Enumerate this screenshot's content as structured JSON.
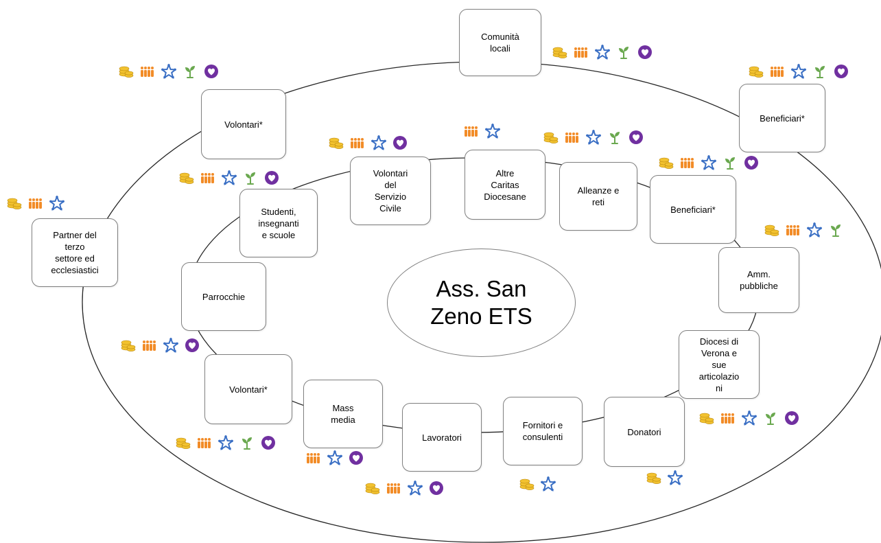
{
  "center": "Ass. San\nZeno ETS",
  "nodes": {
    "comunita": "Comunità\nlocali",
    "volontari_top": "Volontari*",
    "beneficiari_outer": "Beneficiari*",
    "partner": "Partner del\nterzo\nsettore ed\necclesiastici",
    "servizio_civile": "Volontari\ndel\nServizio\nCivile",
    "caritas": "Altre\nCaritas\nDiocesane",
    "alleanze": "Alleanze e\nreti",
    "beneficiari_inner": "Beneficiari*",
    "studenti": "Studenti,\ninsegnanti\ne scuole",
    "amm": "Amm.\npubbliche",
    "parrocchie": "Parrocchie",
    "diocesi": "Diocesi di\nVerona e\nsue\narticolazio\nni",
    "volontari_bottom": "Volontari*",
    "mass_media": "Mass\nmedia",
    "donatori": "Donatori",
    "fornitori": "Fornitori e\nconsulenti",
    "lavoratori": "Lavoratori"
  },
  "icon_colors": {
    "coins-icon": "#f2c230",
    "people-icon": "#f28c28",
    "star-network-icon": "#3a6fc4",
    "sprout-icon": "#6aa84f",
    "heart-icon": "#7030a0"
  },
  "icon_groups": {
    "comunita": [
      "coins-icon",
      "people-icon",
      "star-network-icon",
      "sprout-icon",
      "heart-icon"
    ],
    "volontari_top": [
      "coins-icon",
      "people-icon",
      "star-network-icon",
      "sprout-icon",
      "heart-icon"
    ],
    "beneficiari_outer": [
      "coins-icon",
      "people-icon",
      "star-network-icon",
      "sprout-icon",
      "heart-icon"
    ],
    "caritas": [
      "people-icon",
      "star-network-icon"
    ],
    "alleanze": [
      "coins-icon",
      "people-icon",
      "star-network-icon",
      "sprout-icon",
      "heart-icon"
    ],
    "servizio_civile": [
      "coins-icon",
      "people-icon",
      "star-network-icon",
      "heart-icon"
    ],
    "beneficiari_inner": [
      "coins-icon",
      "people-icon",
      "star-network-icon",
      "sprout-icon",
      "heart-icon"
    ],
    "studenti": [
      "coins-icon",
      "people-icon",
      "star-network-icon",
      "sprout-icon",
      "heart-icon"
    ],
    "partner": [
      "coins-icon",
      "people-icon",
      "star-network-icon"
    ],
    "amm": [
      "coins-icon",
      "people-icon",
      "star-network-icon",
      "sprout-icon"
    ],
    "parrocchie": [
      "coins-icon",
      "people-icon",
      "star-network-icon",
      "heart-icon"
    ],
    "diocesi": [
      "coins-icon",
      "people-icon",
      "star-network-icon",
      "sprout-icon",
      "heart-icon"
    ],
    "volontari_bottom": [
      "coins-icon",
      "people-icon",
      "star-network-icon",
      "sprout-icon",
      "heart-icon"
    ],
    "mass_media": [
      "people-icon",
      "star-network-icon",
      "heart-icon"
    ],
    "donatori": [
      "coins-icon",
      "star-network-icon"
    ],
    "fornitori": [
      "coins-icon",
      "star-network-icon"
    ],
    "lavoratori": [
      "coins-icon",
      "people-icon",
      "star-network-icon",
      "heart-icon"
    ]
  }
}
